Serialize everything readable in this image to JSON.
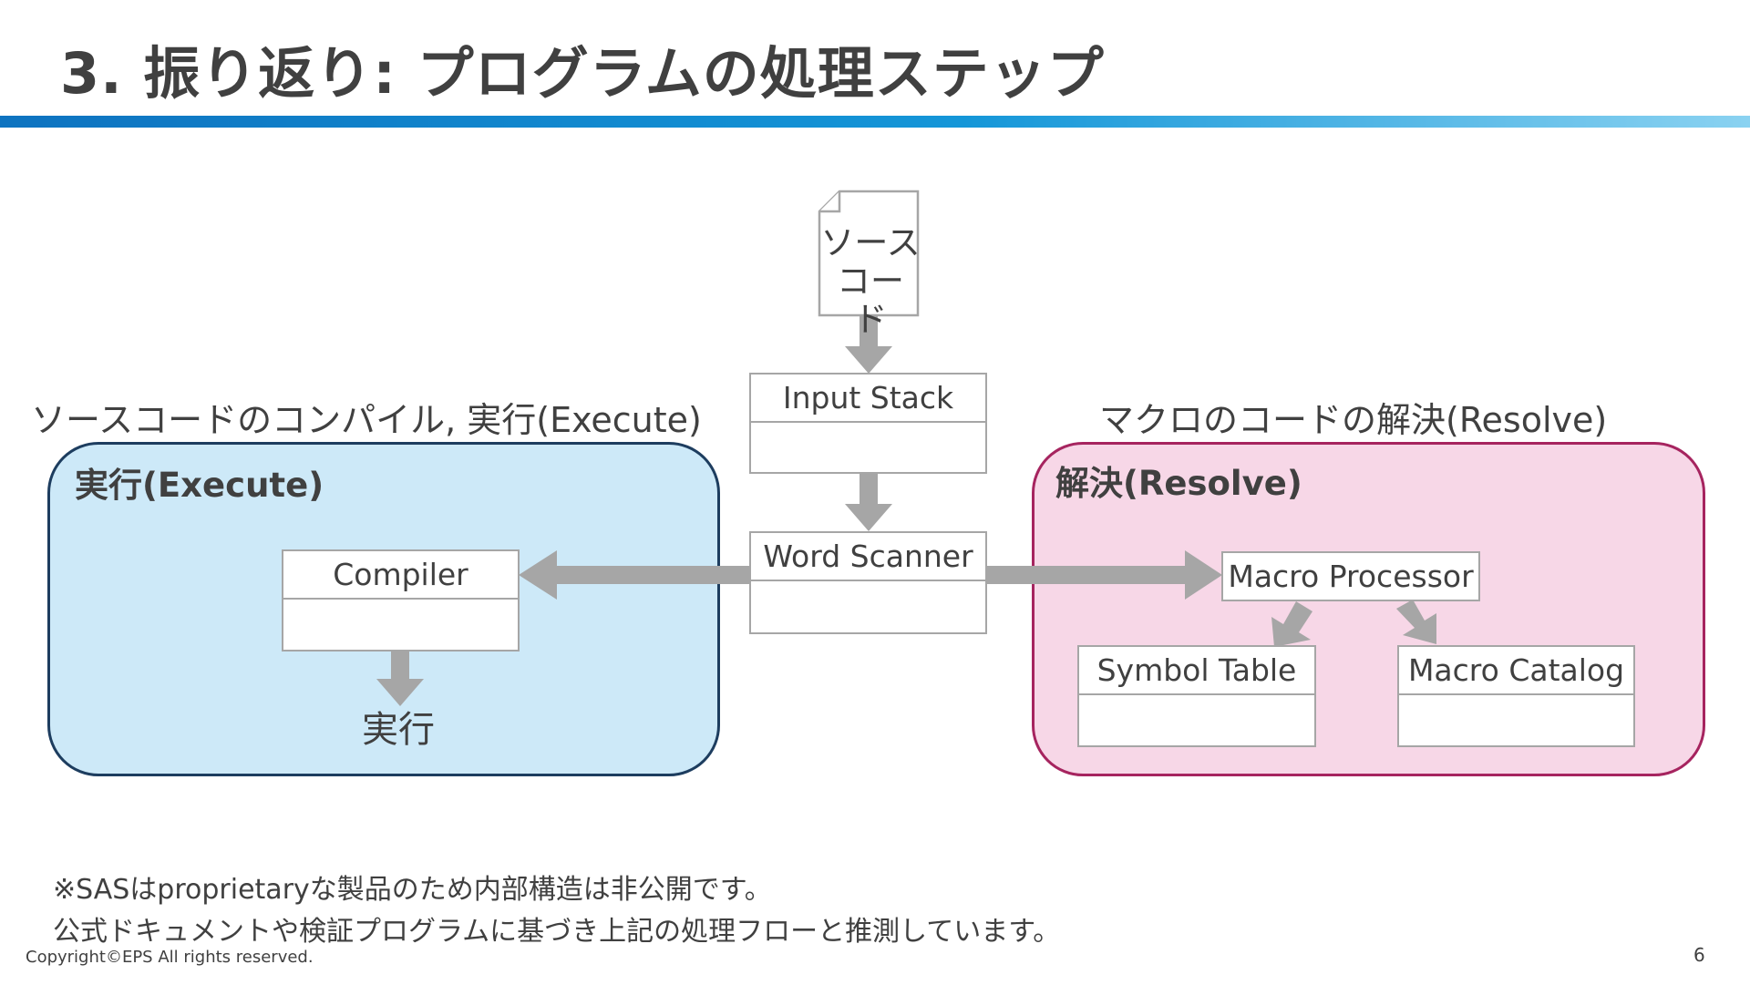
{
  "slide": {
    "title": "3. 振り返り: プログラムの処理ステップ",
    "footer": "Copyright©EPS All rights reserved.",
    "page_number": "6"
  },
  "diagram": {
    "source_doc": {
      "line1": "ソース",
      "line2": "コード"
    },
    "input_stack": "Input Stack",
    "word_scanner": "Word Scanner",
    "left_caption": "ソースコードのコンパイル, 実行(Execute)",
    "right_caption": "マクロのコードの解決(Resolve)",
    "execute_group": {
      "title": "実行(Execute)",
      "compiler": "Compiler",
      "output": "実行"
    },
    "resolve_group": {
      "title": "解決(Resolve)",
      "macro_processor": "Macro Processor",
      "symbol_table": "Symbol Table",
      "macro_catalog": "Macro Catalog"
    },
    "colors": {
      "execute_fill": "#cde9f8",
      "execute_border": "#1d3d5f",
      "resolve_fill": "#f7d7e7",
      "resolve_border": "#a6245f",
      "arrow": "#a6a6a6",
      "title_bar": "#1496d8"
    }
  },
  "notes": {
    "line1": "※SASはproprietaryな製品のため内部構造は非公開です。",
    "line2": "公式ドキュメントや検証プログラムに基づき上記の処理フローと推測しています。"
  }
}
